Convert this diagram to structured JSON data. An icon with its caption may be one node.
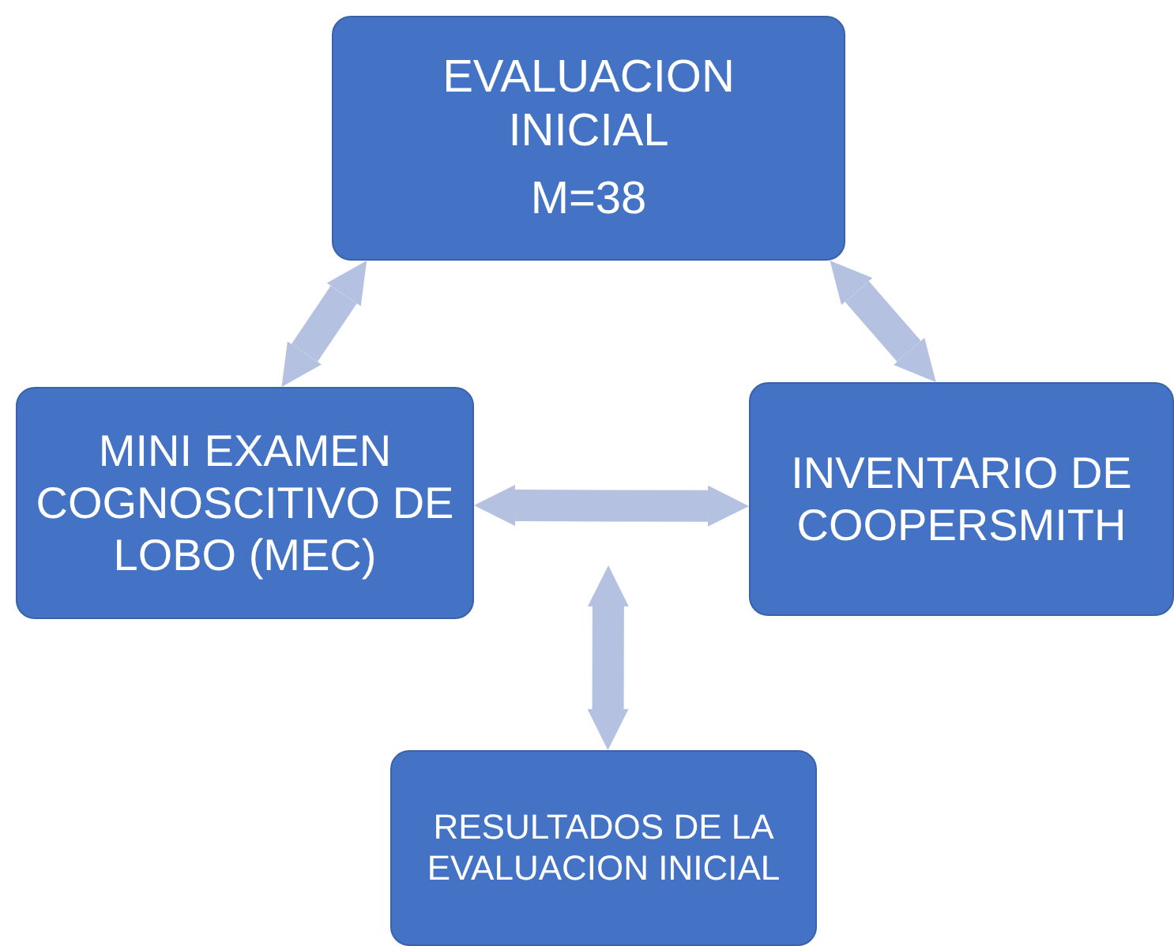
{
  "diagram": {
    "nodes": [
      {
        "text": [
          "EVALUACION INICIAL",
          "M=38"
        ]
      },
      {
        "text": [
          "MINI EXAMEN COGNOSCITIVO DE LOBO (MEC)"
        ]
      },
      {
        "text": [
          "INVENTARIO DE COOPERSMITH"
        ]
      },
      {
        "text": [
          "RESULTADOS DE LA EVALUACION INICIAL"
        ]
      }
    ],
    "edges": [
      {
        "from": 0,
        "to": 1,
        "arrow": "both"
      },
      {
        "from": 0,
        "to": 2,
        "arrow": "both"
      },
      {
        "from": 1,
        "to": 2,
        "arrow": "both"
      },
      {
        "from": null,
        "to": 3,
        "arrow": "both"
      }
    ]
  }
}
